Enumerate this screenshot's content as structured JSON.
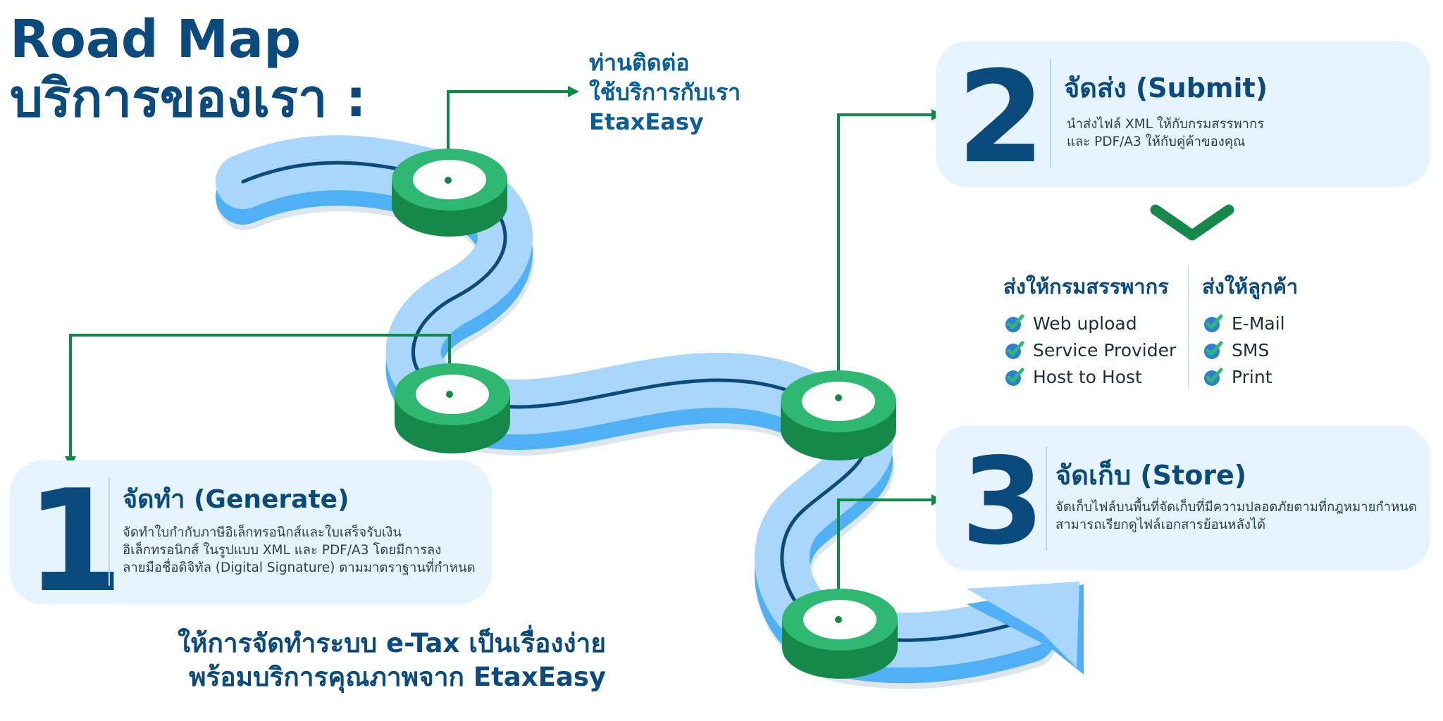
{
  "title": {
    "line1": "Road Map",
    "line2": "บริการของเรา :"
  },
  "contact": {
    "line1": "ท่านติดต่อ",
    "line2": "ใช้บริการกับเรา",
    "line3": "EtaxEasy"
  },
  "steps": [
    {
      "number": "1",
      "heading": "จัดทำ (Generate)",
      "desc": [
        "จัดทำใบกำกับภาษีอิเล็กทรอนิกส์และใบเสร็จรับเงิน",
        "อิเล็กทรอนิกส์ ในรูปแบบ XML และ PDF/A3 โดยมีการลง",
        "ลายมือชื่อดิจิทัล (Digital Signature) ตามมาตราฐานที่กำหนด"
      ]
    },
    {
      "number": "2",
      "heading": "จัดส่ง (Submit)",
      "desc": [
        "นำส่งไฟล์ XML ให้กับกรมสรรพากร",
        "และ PDF/A3 ให้กับคู่ค้าของคุณ"
      ]
    },
    {
      "number": "3",
      "heading": "จัดเก็บ (Store)",
      "desc": [
        "จัดเก็บไฟล์บนพื้นที่จัดเก็บที่มีความปลอดภัยตามที่กฎหมายกำหนด",
        "สามารถเรียกดูไฟล์เอกสารย้อนหลังได้"
      ]
    }
  ],
  "submit_targets": {
    "revenue_dept": {
      "heading": "ส่งให้กรมสรรพากร",
      "items": [
        "Web upload",
        "Service Provider",
        "Host to Host"
      ]
    },
    "customer": {
      "heading": "ส่งให้ลูกค้า",
      "items": [
        "E-Mail",
        "SMS",
        "Print"
      ]
    }
  },
  "tagline": {
    "line1": "ให้การจัดทำระบบ e-Tax เป็นเรื่องง่าย",
    "line2": "พร้อมบริการคุณภาพจาก EtaxEasy"
  },
  "colors": {
    "navy": "#0a4a7c",
    "green": "#2eb872",
    "green_dark": "#15894a",
    "connector": "#0e8a45",
    "road_light": "#a9d6fb",
    "road_side": "#4fb0f5",
    "road_line": "#0a4a7c",
    "card_bg": "#e6f4fd"
  },
  "icons": {
    "check": "check-circle-icon",
    "chevron": "chevron-down-icon",
    "arrow": "road-arrow-icon"
  }
}
